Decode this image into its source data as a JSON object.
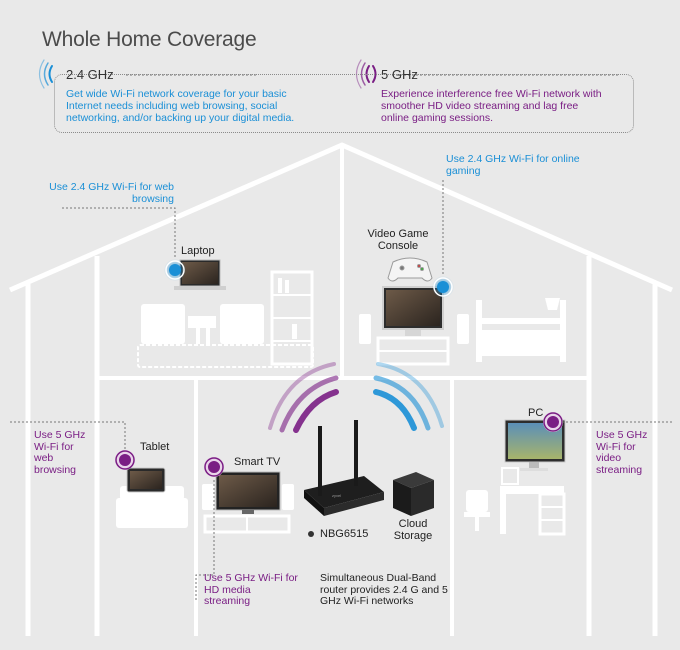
{
  "title": "Whole Home Coverage",
  "bands": {
    "b24": {
      "name": "2.4 GHz",
      "description_lines": [
        "Get wide Wi-Fi network coverage for your basic",
        "Internet needs including web browsing, social",
        "networking, and/or backing up your digital media."
      ]
    },
    "b5": {
      "name": "5 GHz",
      "description_lines": [
        "Experience interference free Wi-Fi network with",
        "smoother HD video streaming and lag free",
        "online gaming sessions."
      ]
    }
  },
  "devices": {
    "laptop": "Laptop",
    "console_lines": [
      "Video Game",
      "Console"
    ],
    "tablet": "Tablet",
    "smart_tv": "Smart TV",
    "pc": "PC",
    "router": "NBG6515",
    "storage_lines": [
      "Cloud",
      "Storage"
    ]
  },
  "notes": {
    "web_24_lines": [
      "Use 2.4 GHz Wi-Fi for web",
      "browsing"
    ],
    "gaming_24_lines": [
      "Use 2.4 GHz Wi-Fi for online",
      "gaming"
    ],
    "web_5_lines": [
      "Use 5 GHz",
      "Wi-Fi for",
      "web",
      "browsing"
    ],
    "media_5_lines": [
      "Use 5 GHz Wi-Fi for",
      "HD media",
      "streaming"
    ],
    "video_5_lines": [
      "Use 5 GHz",
      "Wi-Fi for",
      "video",
      "streaming"
    ],
    "router_lines": [
      "Simultaneous Dual-Band",
      "router provides 2.4 G and 5",
      "GHz Wi-Fi networks"
    ]
  },
  "colors": {
    "blue": "#1a8fd6",
    "purple": "#7a1e84",
    "house": "#ffffff",
    "background": "#e9e9e9"
  },
  "icons": {
    "wifi_24": "wifi-signal-blue-icon",
    "wifi_5": "wifi-signal-purple-icon"
  }
}
